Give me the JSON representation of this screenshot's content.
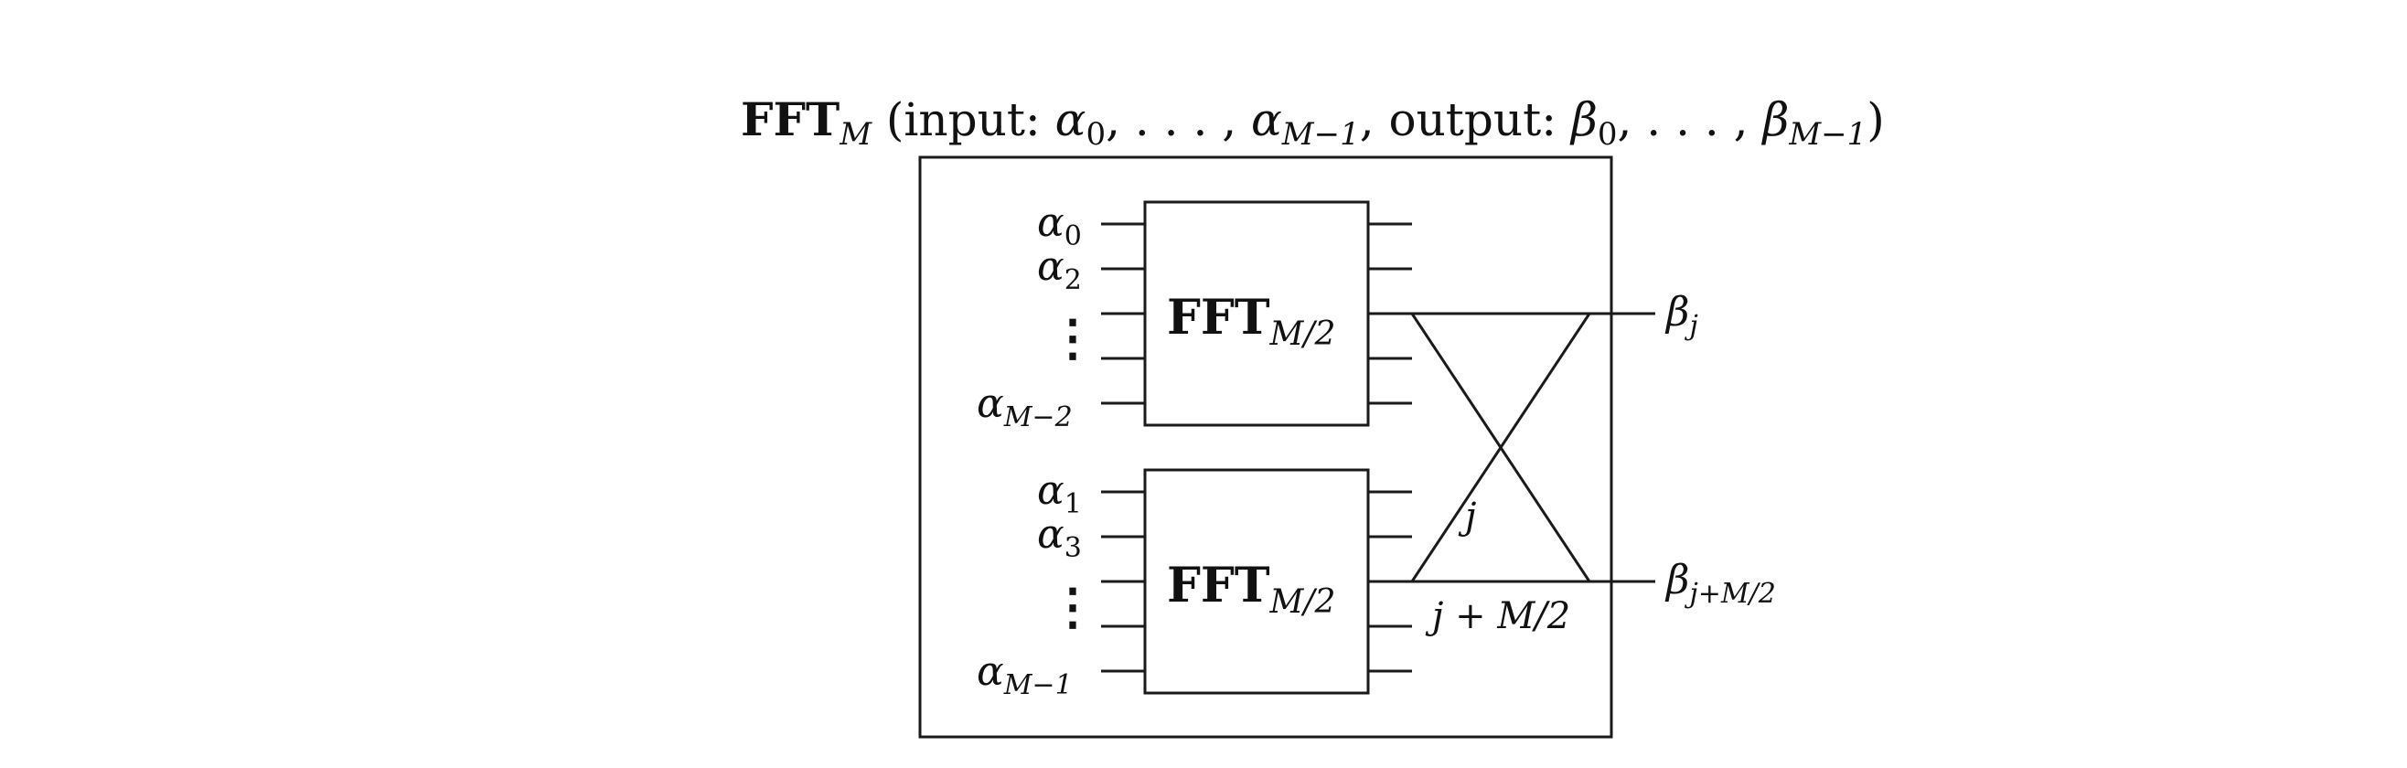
{
  "title": {
    "fft": "FFT",
    "fft_sub": "M",
    "open": " (input: ",
    "alpha": "α",
    "a_first_sub": "0",
    "sep": ", . . . , ",
    "a_last_sub": "M−1",
    "mid": ", output: ",
    "beta": "β",
    "b_first_sub": "0",
    "sep2": ", . . . , ",
    "b_last_sub": "M−1",
    "close": ")"
  },
  "top_block": {
    "label": "FFT",
    "sub": "M/2",
    "inputs": [
      {
        "sym": "α",
        "sub": "0"
      },
      {
        "sym": "α",
        "sub": "2"
      },
      {
        "sym": "α",
        "sub": "M−2"
      }
    ]
  },
  "bottom_block": {
    "label": "FFT",
    "sub": "M/2",
    "inputs": [
      {
        "sym": "α",
        "sub": "1"
      },
      {
        "sym": "α",
        "sub": "3"
      },
      {
        "sym": "α",
        "sub": "M−1"
      }
    ]
  },
  "vdots": "⋮",
  "outputs": {
    "top": {
      "sym": "β",
      "sub": "j"
    },
    "bottom": {
      "sym": "β",
      "sub": "j+M/2"
    }
  },
  "cross_labels": {
    "j": "j",
    "j_plus": "j + M/2"
  }
}
